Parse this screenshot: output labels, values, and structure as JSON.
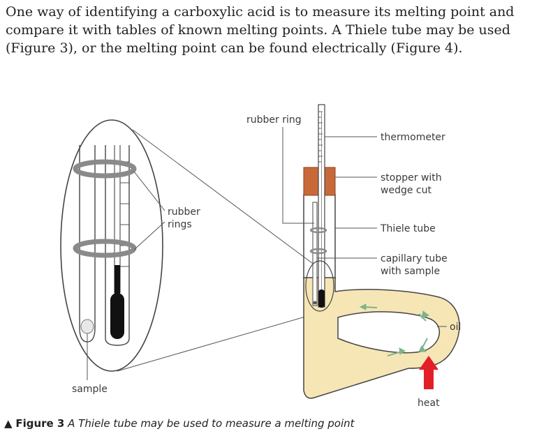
{
  "intro_text": "One way of identifying a carboxylic acid is to measure its melting point and compare it with tables of known melting points. A Thiele tube may be used (Figure 3), or the melting point can be found electrically (Figure 4).",
  "labels": {
    "rubber_ring": "rubber ring",
    "thermometer": "thermometer",
    "stopper_line1": "stopper with",
    "stopper_line2": "wedge cut",
    "rubber_rings_line1": "rubber",
    "rubber_rings_line2": "rings",
    "thiele_tube": "Thiele tube",
    "capillary_line1": "capillary tube",
    "capillary_line2": "with sample",
    "oil": "oil",
    "sample": "sample",
    "heat": "heat"
  },
  "caption": {
    "marker": "▲",
    "figure": "Figure 3",
    "text": "A Thiele tube may be used to measure a melting point"
  },
  "colors": {
    "oil": "#f6e6b6",
    "stopper": "#c8693a",
    "heat_arrow": "#e31f26",
    "rubber": "#8a8a8a",
    "flow_arrow": "#7fb38a"
  }
}
